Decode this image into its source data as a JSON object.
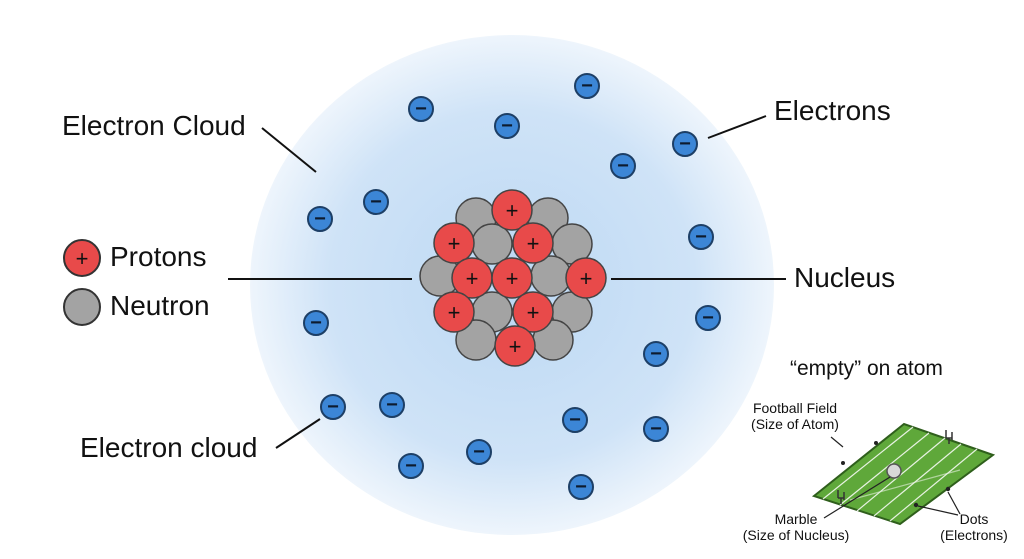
{
  "labels": {
    "electron_cloud_top": "Electron Cloud",
    "electrons": "Electrons",
    "nucleus": "Nucleus",
    "electron_cloud_bottom": "Electron cloud"
  },
  "legend": {
    "protons": "Protons",
    "neutron": "Neutron",
    "proton_symbol": "+",
    "electron_symbol": "−"
  },
  "inset": {
    "title": "“empty” on atom",
    "field_label": "Football Field",
    "field_sublabel": "(Size of Atom)",
    "marble_label": "Marble",
    "marble_sublabel": "(Size of Nucleus)",
    "dots_label": "Dots",
    "dots_sublabel": "(Electrons)"
  },
  "colors": {
    "cloud": "#cfe3f7",
    "proton": "#e84a4a",
    "neutron": "#a3a3a3",
    "electron": "#3c86d6",
    "field": "#5fa83a"
  }
}
